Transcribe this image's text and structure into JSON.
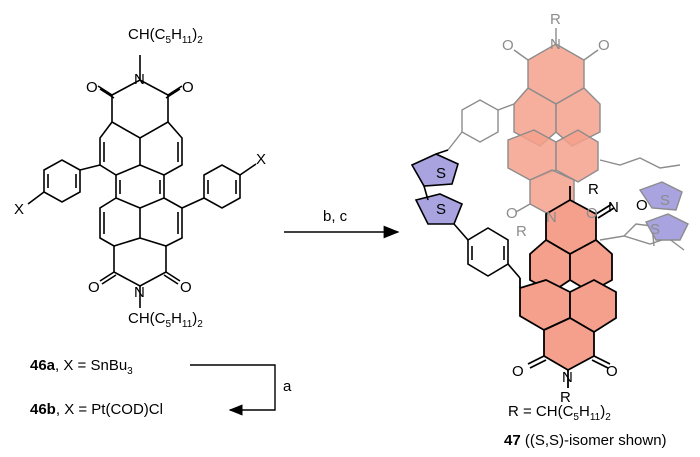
{
  "diagram": {
    "left_molecule": {
      "top_substituent": "CH(C5H11)2",
      "bottom_substituent": "CH(C5H11)2",
      "nitrogen": "N",
      "oxygen": "O",
      "x_label": "X"
    },
    "compounds": [
      {
        "id": "46a",
        "rest": ", X = SnBu",
        "sub": "3",
        "after": ""
      },
      {
        "id": "46b",
        "rest": ", X = Pt(COD)Cl",
        "sub": "",
        "after": ""
      }
    ],
    "arrows": {
      "main_conditions": "b, c",
      "step_a": "a"
    },
    "right_molecule": {
      "r_label": "R",
      "s_label": "S",
      "r_definition": "R = CH(C5H11)2",
      "compound_id": "47",
      "compound_note": " ((S,S)-isomer shown)"
    },
    "colors": {
      "pdi_fill": "#f5a08c",
      "thiophene_fill": "#a9a3e0",
      "back_stroke": "#8c8c8c",
      "front_stroke": "#000000"
    }
  }
}
